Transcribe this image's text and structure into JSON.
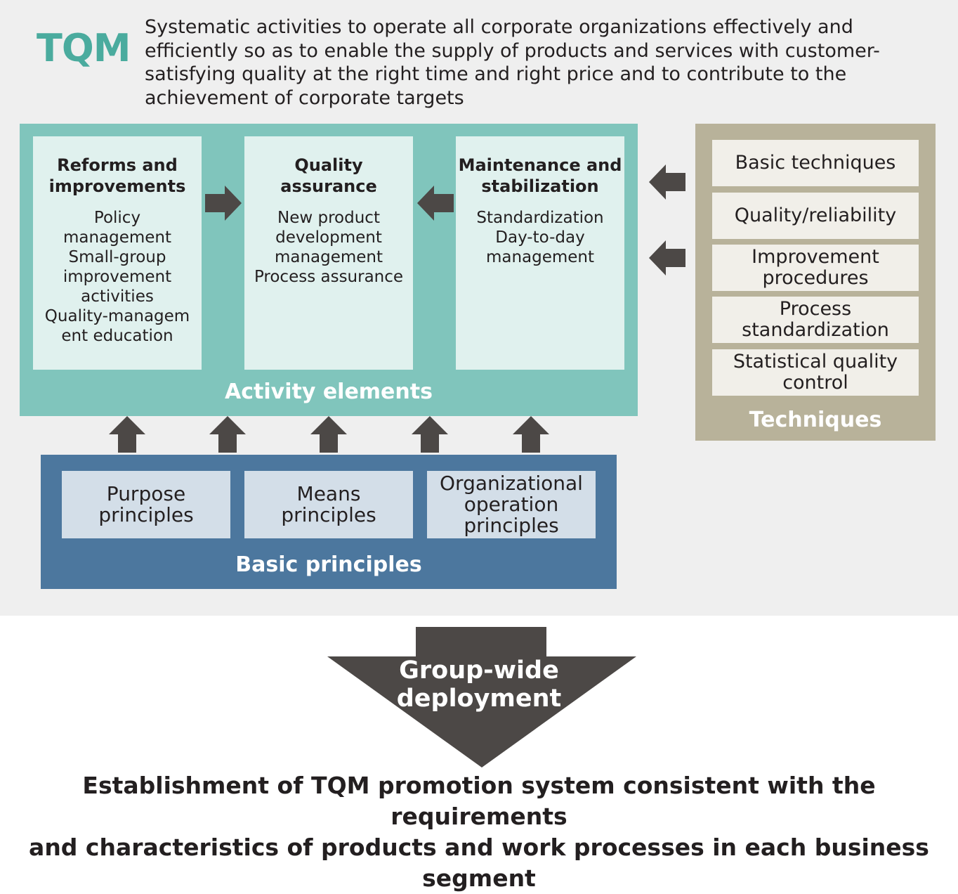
{
  "header": {
    "title": "TQM",
    "definition": "Systematic activities to operate all corporate organizations effectively and efficiently so as to enable the supply of products and services with customer-satisfying quality at the right time and right price and to contribute to the achievement of corporate targets"
  },
  "activity_elements": {
    "label": "Activity elements",
    "cards": [
      {
        "title": "Reforms and\nimprovements",
        "items": "Policy\nmanagement\nSmall-group\nimprovement\nactivities\nQuality-managem\nent education"
      },
      {
        "title": "Quality\nassurance",
        "items": "New product\ndevelopment\nmanagement\nProcess assurance"
      },
      {
        "title": "Maintenance and\nstabilization",
        "items": "Standardization\nDay-to-day\nmanagement"
      }
    ]
  },
  "techniques": {
    "label": "Techniques",
    "items": [
      "Basic techniques",
      "Quality/reliability",
      "Improvement\nprocedures",
      "Process\nstandardization",
      "Statistical quality\ncontrol"
    ]
  },
  "basic_principles": {
    "label": "Basic principles",
    "items": [
      "Purpose\nprinciples",
      "Means\nprinciples",
      "Organizational\noperation\nprinciples"
    ]
  },
  "deployment": {
    "label": "Group-wide\ndeployment"
  },
  "conclusion": "Establishment of TQM promotion system consistent with the requirements\nand characteristics of products and work processes in each business segment",
  "colors": {
    "teal_title": "#4aab9e",
    "activity_bg": "#80c5bc",
    "activity_card": "#e0f1ee",
    "techniques_bg": "#b8b29a",
    "techniques_item": "#f1efe9",
    "principles_bg": "#4c779e",
    "principles_item": "#d3dee8",
    "arrow": "#4c4846",
    "panel_bg": "#efefef"
  }
}
